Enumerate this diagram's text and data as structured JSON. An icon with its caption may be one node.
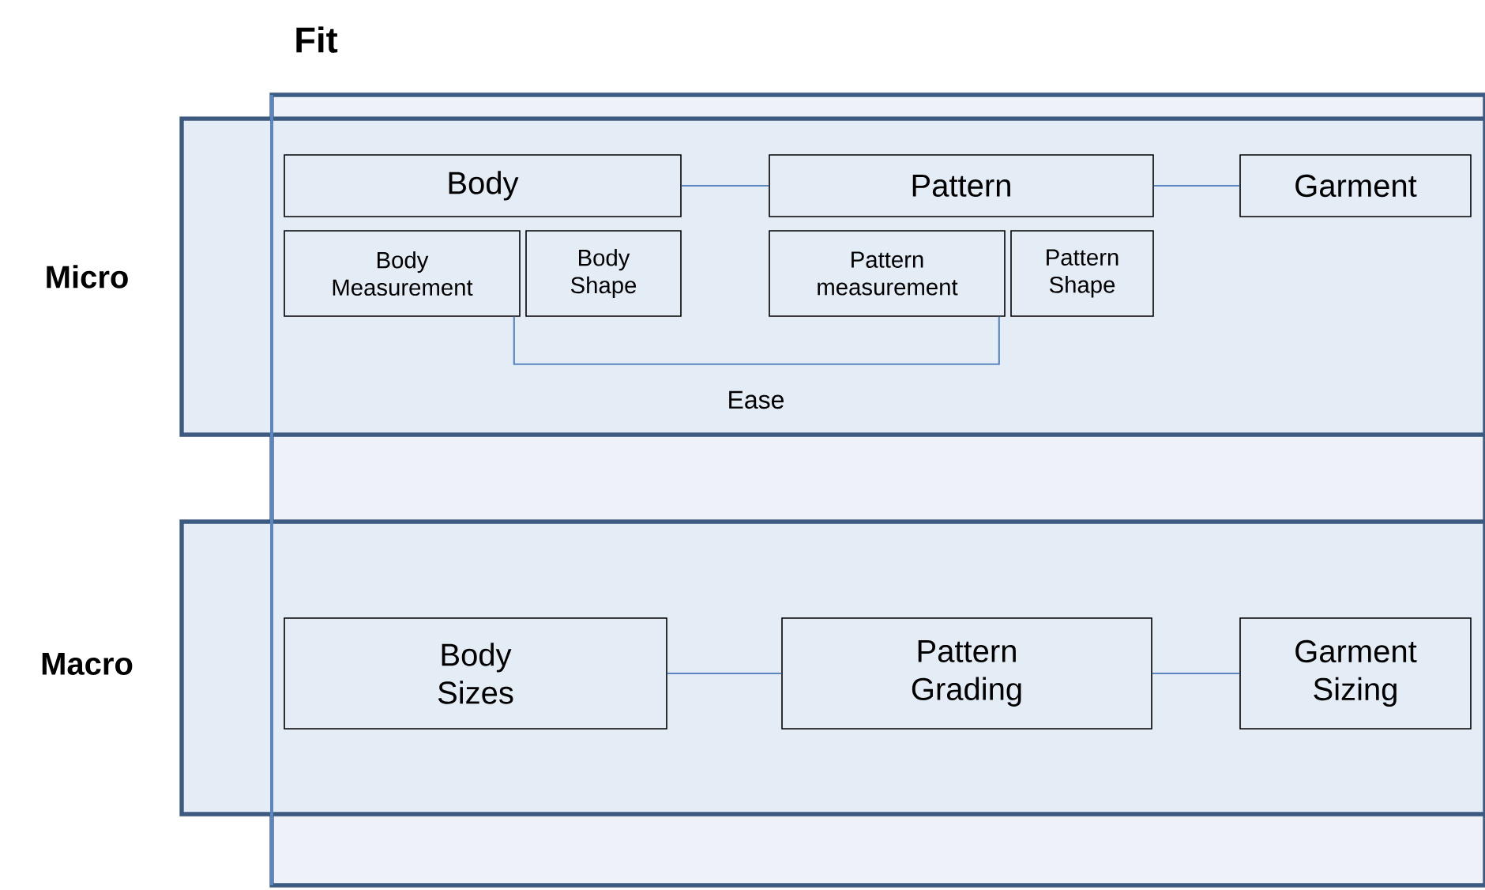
{
  "diagram": {
    "title": "Fit",
    "nodes": [
      {
        "text": [
          "Micro"
        ]
      },
      {
        "text": [
          "Body"
        ],
        "in": 0
      },
      {
        "text": [
          "Body Measurement"
        ],
        "in": 0
      },
      {
        "text": [
          "Body Shape"
        ],
        "in": 0
      },
      {
        "text": [
          "Pattern"
        ],
        "in": 0
      },
      {
        "text": [
          "Pattern measurement"
        ],
        "in": 0
      },
      {
        "text": [
          "Pattern Shape"
        ],
        "in": 0
      },
      {
        "text": [
          "Garment"
        ],
        "in": 0
      },
      {
        "text": [
          "Macro"
        ]
      },
      {
        "text": [
          "Body Sizes"
        ],
        "in": 8
      },
      {
        "text": [
          "Pattern Grading"
        ],
        "in": 8
      },
      {
        "text": [
          "Garment Sizing"
        ],
        "in": 8
      }
    ],
    "edges": [
      {
        "from": 1,
        "to": 4,
        "arrow": "none"
      },
      {
        "from": 4,
        "to": 7,
        "arrow": "none"
      },
      {
        "from": 2,
        "to": 5,
        "arrow": "none",
        "label": "Ease"
      },
      {
        "from": 9,
        "to": 10,
        "arrow": "none"
      },
      {
        "from": 10,
        "to": 11,
        "arrow": "none"
      }
    ]
  }
}
